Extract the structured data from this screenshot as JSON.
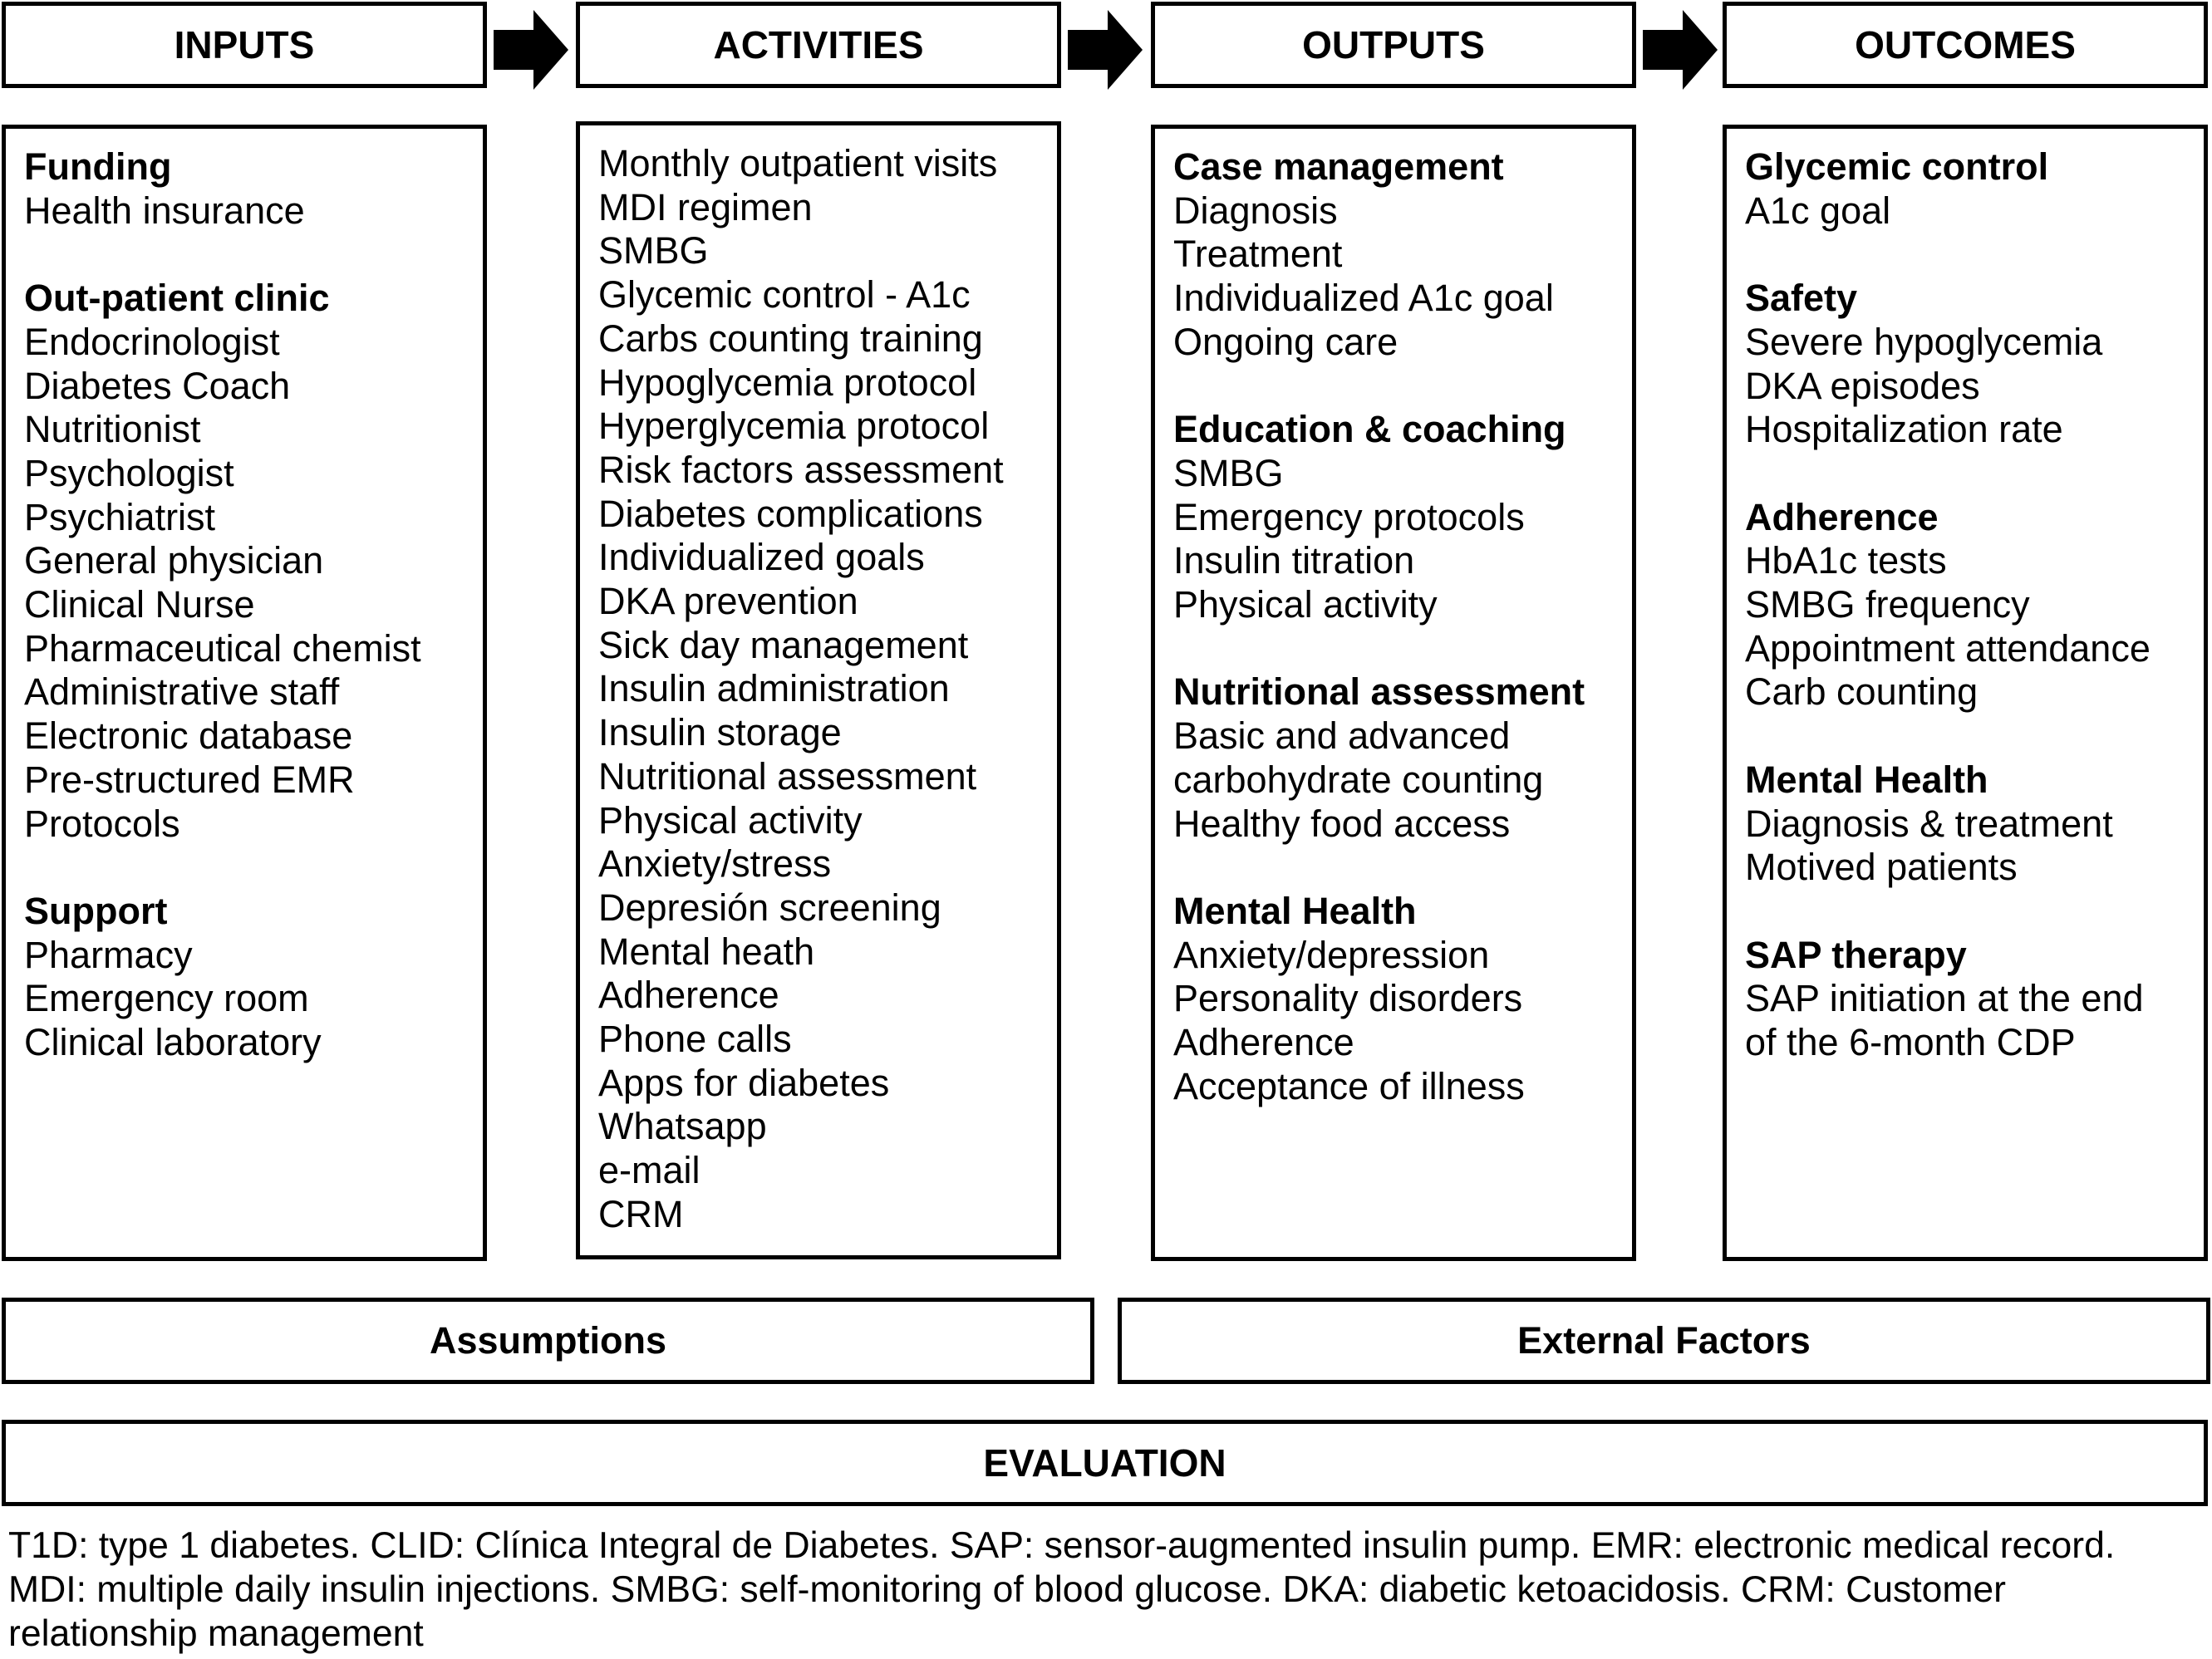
{
  "headers": {
    "inputs": "INPUTS",
    "activities": "ACTIVITIES",
    "outputs": "OUTPUTS",
    "outcomes": "OUTCOMES"
  },
  "columns": {
    "inputs": [
      {
        "heading": "Funding",
        "items": [
          "Health insurance"
        ]
      },
      {
        "heading": "Out-patient clinic",
        "items": [
          "Endocrinologist",
          "Diabetes Coach",
          "Nutritionist",
          "Psychologist",
          "Psychiatrist",
          "General physician",
          "Clinical Nurse",
          "Pharmaceutical chemist",
          "Administrative staff",
          "Electronic database",
          "Pre-structured EMR",
          "Protocols"
        ]
      },
      {
        "heading": "Support",
        "items": [
          "Pharmacy",
          "Emergency room",
          "Clinical laboratory"
        ]
      }
    ],
    "activities": [
      {
        "heading": "",
        "items": [
          "Monthly outpatient visits",
          "MDI regimen",
          "SMBG",
          "Glycemic control - A1c",
          "Carbs counting training",
          "Hypoglycemia protocol",
          "Hyperglycemia protocol",
          "Risk factors assessment",
          "Diabetes complications",
          "Individualized goals",
          "DKA prevention",
          "Sick day management",
          "Insulin administration",
          "Insulin storage",
          "Nutritional assessment",
          "Physical activity",
          "Anxiety/stress",
          "Depresión screening",
          "Mental heath",
          "Adherence",
          "Phone calls",
          "Apps for diabetes",
          "Whatsapp",
          "e-mail",
          "CRM"
        ]
      }
    ],
    "outputs": [
      {
        "heading": "Case management",
        "items": [
          "Diagnosis",
          "Treatment",
          "Individualized A1c goal",
          "Ongoing care"
        ]
      },
      {
        "heading": "Education & coaching",
        "items": [
          "SMBG",
          "Emergency protocols",
          "Insulin titration",
          "Physical activity"
        ]
      },
      {
        "heading": "Nutritional assessment",
        "items": [
          "Basic and advanced",
          "carbohydrate counting",
          "Healthy food access"
        ]
      },
      {
        "heading": "Mental Health",
        "items": [
          "Anxiety/depression",
          "Personality disorders",
          "Adherence",
          "Acceptance of illness"
        ]
      }
    ],
    "outcomes": [
      {
        "heading": "Glycemic control",
        "items": [
          "A1c goal"
        ]
      },
      {
        "heading": "Safety",
        "items": [
          "Severe hypoglycemia",
          "DKA episodes",
          "Hospitalization rate"
        ]
      },
      {
        "heading": "Adherence",
        "items": [
          "HbA1c tests",
          "SMBG frequency",
          "Appointment attendance",
          "Carb counting"
        ]
      },
      {
        "heading": "Mental Health",
        "items": [
          "Diagnosis & treatment",
          "Motived patients"
        ]
      },
      {
        "heading": "SAP therapy",
        "items": [
          "SAP initiation at the end",
          "of the 6-month CDP"
        ]
      }
    ]
  },
  "bottom": {
    "assumptions": "Assumptions",
    "external_factors": "External Factors",
    "evaluation": "EVALUATION"
  },
  "footnote": "T1D: type 1 diabetes. CLID: Clínica Integral de Diabetes. SAP: sensor-augmented insulin pump. EMR: electronic medical record. MDI: multiple daily insulin injections. SMBG: self-monitoring of blood glucose. DKA: diabetic ketoacidosis. CRM: Customer relationship management"
}
